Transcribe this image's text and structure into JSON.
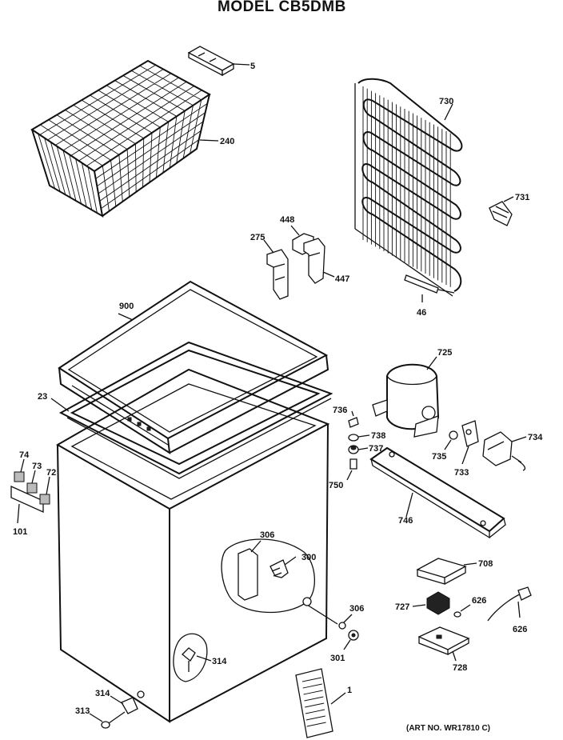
{
  "title": "MODEL CB5DMB",
  "art_number": "(ART NO. WR17810 C)",
  "labels": {
    "p5": "5",
    "p240": "240",
    "p730": "730",
    "p731": "731",
    "p448": "448",
    "p275": "275",
    "p447": "447",
    "p46": "46",
    "p900": "900",
    "p23": "23",
    "p725": "725",
    "p736": "736",
    "p738": "738",
    "p737": "737",
    "p750": "750",
    "p735": "735",
    "p733": "733",
    "p734": "734",
    "p746": "746",
    "p74": "74",
    "p73": "73",
    "p72": "72",
    "p101": "101",
    "p306a": "306",
    "p300": "300",
    "p306b": "306",
    "p301": "301",
    "p708": "708",
    "p727": "727",
    "p626a": "626",
    "p626b": "626",
    "p728": "728",
    "p314a": "314",
    "p314b": "314",
    "p313": "313",
    "p1": "1"
  }
}
